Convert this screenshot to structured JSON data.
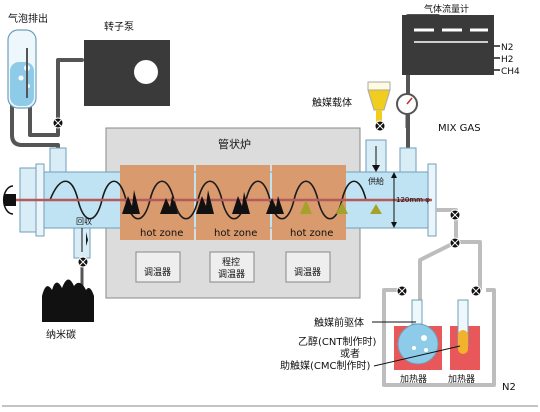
{
  "labels": {
    "bubble_exhaust": "气泡排出",
    "rotary_pump": "转子泵",
    "gas_flowmeter": "气体流量计",
    "n2_top": "N2",
    "h2": "H2",
    "ch4": "CH4",
    "mix_gas": "MIX GAS",
    "catalyst_carrier": "触媒载体",
    "tube_furnace": "管状炉",
    "supply": "供給",
    "recovery": "回収",
    "hot_zone": "hot zone",
    "diameter": "120mm φ",
    "regulator": "调温器",
    "program_control_1": "程控",
    "program_control_2": "调温器",
    "nano_carbon": "纳米碳",
    "catalyst_precursor": "触媒前驱体",
    "ethanol": "乙醇(CNT制作时)",
    "or": "或者",
    "co_catalyst": "助触媒(CMC制作时)",
    "heater": "加热器",
    "n2_bottom": "N2"
  },
  "colors": {
    "tube": "#bfe3f3",
    "tube_border": "#6f9fb8",
    "furnace": "#dcdcdc",
    "hot_zone": "#d99a6e",
    "pipe": "#555555",
    "pipe_light": "#bdbdbd",
    "dark_box": "#3a3a3a",
    "heater": "#e8585a",
    "catalyst": "#f0cd1e",
    "catalyst_deposit": "#a4a22a",
    "carbon": "#111111",
    "rod": "#b35a5a"
  }
}
